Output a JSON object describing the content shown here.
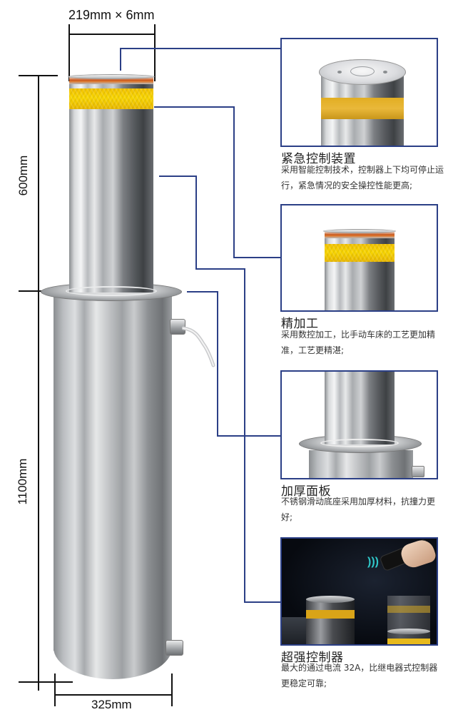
{
  "dimensions": {
    "tube_diameter": "219mm × 6mm",
    "rise_height": "600mm",
    "buried_height": "1100mm",
    "base_diameter": "325mm"
  },
  "colors": {
    "connector_line": "#2b3f86",
    "reflective_band": "#f5cc00",
    "dimension_line": "#111111"
  },
  "features": [
    {
      "title": "紧急控制装置",
      "description": "采用智能控制技术，控制器上下均可停止运行，紧急情况的安全操控性能更高;",
      "image": "bollard-top-cap"
    },
    {
      "title": "精加工",
      "description": "采用数控加工，比手动车床的工艺更加精准，工艺更精湛;",
      "image": "bollard-reflective-band"
    },
    {
      "title": "加厚面板",
      "description": "不锈钢滑动底座采用加厚材料，抗撞力更好;",
      "image": "bollard-base-flange"
    },
    {
      "title": "超强控制器",
      "description": "最大的通过电流 32A，比继电器式控制器更稳定可靠;",
      "image": "remote-control-bollards"
    }
  ]
}
